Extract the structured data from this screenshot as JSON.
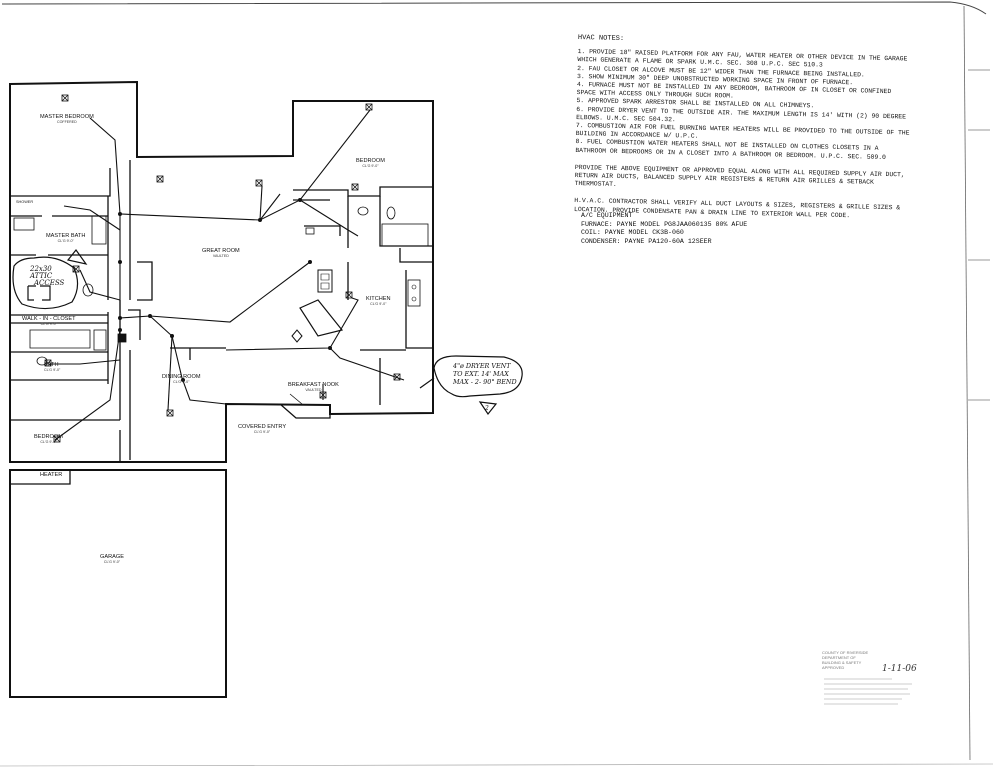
{
  "hvac_notes": {
    "title": "HVAC NOTES:",
    "items": [
      "1.  PROVIDE 18\" RAISED PLATFORM FOR ANY FAU, WATER HEATER OR OTHER DEVICE IN THE GARAGE WHICH GENERATE A FLAME OR SPARK U.M.C. SEC. 308 U.P.C. SEC 510.3",
      "2.  FAU CLOSET OR ALCOVE MUST BE 12\" WIDER THAN THE FURNACE BEING INSTALLED.",
      "3.  SHOW MINIMUM 30\" DEEP UNOBSTRUCTED WORKING SPACE IN FRONT OF FURNACE.",
      "4.  FURNACE MUST NOT BE INSTALLED IN ANY BEDROOM, BATHROOM OF IN CLOSET OR CONFINED SPACE WITH ACCESS ONLY THROUGH SUCH ROOM.",
      "5.  APPROVED SPARK ARRESTOR SHALL BE INSTALLED ON ALL CHIMNEYS.",
      "6.  PROVIDE DRYER VENT TO THE OUTSIDE AIR.  THE MAXIMUM LENGTH IS 14' WITH (2) 90 DEGREE ELBOWS. U.M.C. SEC 504.32.",
      "7.  COMBUSTION AIR FOR FUEL BURNING WATER HEATERS WILL BE PROVIDED TO THE OUTSIDE OF THE BUILDING IN ACCORDANCE W/ U.P.C.",
      "8.  FUEL COMBUSTION WATER HEATERS SHALL NOT BE INSTALLED ON CLOTHES CLOSETS IN A BATHROOM OR BEDROOMS OR IN A CLOSET INTO A BATHROOM OR BEDROOM. U.P.C. SEC. 509.0"
    ],
    "para1": "PROVIDE THE ABOVE EQUIPMENT OR APPROVED EQUAL ALONG WITH ALL REQUIRED SUPPLY AIR DUCT, RETURN AIR DUCTS, BALANCED SUPPLY AIR REGISTERS & RETURN AIR GRILLES & SETBACK THERMOSTAT.",
    "para2": "H.V.A.C. CONTRACTOR SHALL VERIFY ALL DUCT LAYOUTS & SIZES, REGISTERS & GRILLE SIZES & LOCATION. PROVIDE CONDENSATE PAN & DRAIN LINE TO EXTERIOR WALL PER CODE."
  },
  "equipment": {
    "title": "A/C EQUIPMENT",
    "furnace": "FURNACE: PAYNE MODEL PG8JAA060135 80% AFUE",
    "coil": "COIL: PAYNE MODEL CK3B-060",
    "condenser": "CONDENSER: PAYNE PA120-60A 12SEER"
  },
  "rooms": {
    "master_bedroom": "MASTER BEDROOM",
    "master_bedroom_sub": "COFFERED",
    "master_bath": "MASTER BATH",
    "master_bath_sub": "CL'G 9'-0\"",
    "walk_in_closet": "WALK - IN - CLOSET",
    "walk_in_closet_sub": "CL'G 9'-0\"",
    "bath": "BATH",
    "bath_sub": "CL'G 9'-0\"",
    "bedroom_sw": "BEDROOM",
    "bedroom_sw_sub": "CL'G 9'-0\"",
    "great_room": "GREAT ROOM",
    "great_room_sub": "VAULTED",
    "dining_room": "DINING ROOM",
    "dining_room_sub": "CL'G 9'-0\"",
    "covered_entry": "COVERED ENTRY",
    "covered_entry_sub": "CL'G 9'-0\"",
    "breakfast_nook": "BREAKFAST NOOK",
    "breakfast_nook_sub": "VAULTED",
    "kitchen": "KITCHEN",
    "kitchen_sub": "CL'G 9'-0\"",
    "bedroom_ne": "BEDROOM",
    "bedroom_ne_sub": "CL'G 9'-0\"",
    "garage": "GARAGE",
    "garage_sub": "CL'G 9'-0\"",
    "heater": "HEATER",
    "shower": "SHOWER"
  },
  "handwritten": {
    "attic_line1": "22x30",
    "attic_line2": "ATTIC",
    "attic_line3": "ACCESS",
    "dryer_line1": "4\"ø DRYER VENT",
    "dryer_line2": "TO EXT. 14' MAX",
    "dryer_line3": "MAX - 2- 90° BEND",
    "revision_mark": "2",
    "approval_date": "1-11-06"
  },
  "stamp": {
    "line1": "COUNTY OF RIVERSIDE",
    "line2": "DEPARTMENT OF",
    "line3": "BUILDING & SAFETY",
    "line4": "APPROVED"
  }
}
